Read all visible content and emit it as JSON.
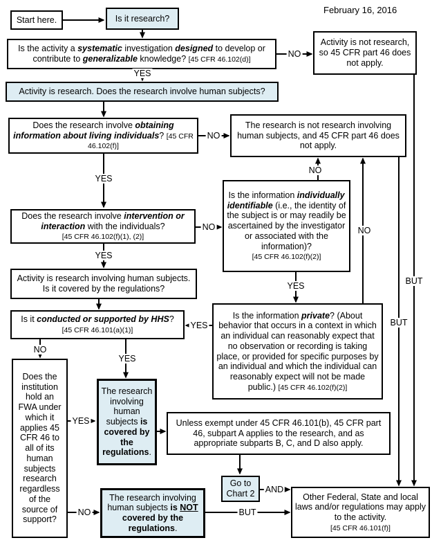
{
  "date": "February 16, 2016",
  "nodes": {
    "start": {
      "text": "Start here."
    },
    "is_research": {
      "text": "Is it research?"
    },
    "q_systematic": {
      "runs": [
        {
          "t": "Is the activity a "
        },
        {
          "t": "systematic",
          "bi": true
        },
        {
          "t": " investigation "
        },
        {
          "t": "designed",
          "bi": true
        },
        {
          "t": " to develop or contribute to "
        },
        {
          "t": "generalizable",
          "bi": true
        },
        {
          "t": " knowledge? "
        },
        {
          "t": "[45 CFR 46.102(d)]",
          "ref": true
        }
      ]
    },
    "not_research": {
      "text": "Activity is not research, so 45 CFR part 46 does not apply."
    },
    "activity_is_research": {
      "text": "Activity is research. Does the research involve human subjects?"
    },
    "q_obtaining": {
      "runs": [
        {
          "t": "Does the research involve "
        },
        {
          "t": "obtaining information about living individuals",
          "bi": true
        },
        {
          "t": "? "
        },
        {
          "t": "[45 CFR 46.102(f)]",
          "ref": true
        }
      ]
    },
    "not_human_subjects": {
      "text": "The research is not research involving human subjects, and 45 CFR part 46 does not apply."
    },
    "q_identifiable": {
      "runs": [
        {
          "t": "Is the information "
        },
        {
          "t": "individually identifiable",
          "bi": true
        },
        {
          "t": " (i.e., the identity of the subject is or may readily be ascertained by the investigator or associated with the information)? "
        },
        {
          "t": "[45 CFR 46.102(f)(2)]",
          "ref": true,
          "br": true
        }
      ]
    },
    "q_intervention": {
      "runs": [
        {
          "t": "Does the research involve "
        },
        {
          "t": "intervention or interaction",
          "bi": true
        },
        {
          "t": " with the individuals? "
        },
        {
          "t": "[45 CFR 46.102(f)(1), (2)]",
          "ref": true,
          "br": true
        }
      ]
    },
    "activity_human_subjects": {
      "text": "Activity is research involving human subjects.  Is it covered by the regulations?"
    },
    "q_hhs": {
      "runs": [
        {
          "t": "Is it "
        },
        {
          "t": "conducted or supported by HHS",
          "bi": true
        },
        {
          "t": "? "
        },
        {
          "t": "[45 CFR 46.101(a)(1)]",
          "ref": true,
          "br": true
        }
      ]
    },
    "q_private": {
      "runs": [
        {
          "t": "Is the information "
        },
        {
          "t": "private",
          "bi": true
        },
        {
          "t": "?  (About behavior that occurs in a context in which an individual can reasonably expect that no observation or recording is taking place, or provided for specific purposes by an individual and which the individual can reasonably expect will not be made public.) "
        },
        {
          "t": "[45 CFR 46.102(f)(2)]",
          "ref": true
        }
      ]
    },
    "q_fwa": {
      "text": "Does the institution hold an FWA under which it applies 45 CFR 46 to all of its human subjects research regardless of the source of support?"
    },
    "covered": {
      "runs": [
        {
          "t": "The research involving human subjects "
        },
        {
          "t": "is covered by the regulations",
          "b": true
        },
        {
          "t": "."
        }
      ]
    },
    "unless_exempt": {
      "text": "Unless exempt under 45 CFR 46.101(b), 45 CFR part 46, subpart A applies to the research, and as appropriate subparts B, C, and D also apply."
    },
    "goto_chart2": {
      "text": "Go to Chart 2"
    },
    "not_covered": {
      "runs": [
        {
          "t": "The research involving human subjects "
        },
        {
          "t": "is ",
          "b": true
        },
        {
          "t": "NOT",
          "b": true,
          "u": true
        },
        {
          "t": " covered by the regulations",
          "b": true
        },
        {
          "t": "."
        }
      ]
    },
    "other_laws": {
      "runs": [
        {
          "t": "Other Federal, State and local laws and/or regulations may apply to the activity. "
        },
        {
          "t": "[45 CFR 46.101(f)]",
          "ref": true,
          "br": true
        }
      ]
    }
  },
  "edge_labels": {
    "no_systematic": "NO",
    "yes_systematic": "YES",
    "no_obtaining": "NO",
    "yes_obtaining": "YES",
    "no_intervention": "NO",
    "no_identifiable": "NO",
    "yes_identifiable": "YES",
    "no_private": "NO",
    "yes_intervention": "YES",
    "yes_private": "YES",
    "no_hhs": "NO",
    "yes_hhs": "YES",
    "yes_fwa": "YES",
    "no_fwa": "NO",
    "but_not_research": "BUT",
    "but_not_human_subjects": "BUT",
    "but_not_covered": "BUT",
    "and_goto": "AND"
  },
  "colors": {
    "box_fill_highlight": "#deedf3",
    "line": "#000000"
  }
}
